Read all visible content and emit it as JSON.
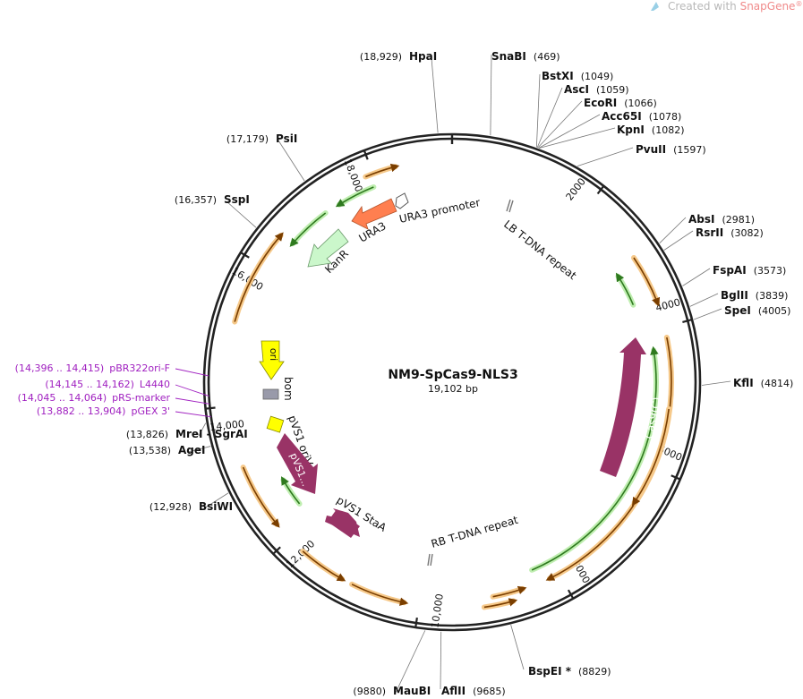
{
  "watermark": {
    "prefix": "Created with ",
    "brand": "SnapGene",
    "reg": "®",
    "brand_color": "#f08a8a"
  },
  "plasmid": {
    "name": "NM9-SpCas9-NLS3",
    "size_label": "19,102 bp",
    "length": 19102
  },
  "sites": [
    {
      "name": "HpaI",
      "pos": "(18,929)",
      "bp": 18929,
      "side": "left"
    },
    {
      "name": "SnaBI",
      "pos": "(469)",
      "bp": 469,
      "side": "right"
    },
    {
      "name": "BstXI",
      "pos": "(1049)",
      "bp": 1049,
      "side": "right"
    },
    {
      "name": "AscI",
      "pos": "(1059)",
      "bp": 1059,
      "side": "right"
    },
    {
      "name": "EcoRI",
      "pos": "(1066)",
      "bp": 1066,
      "side": "right"
    },
    {
      "name": "Acc65I",
      "pos": "(1078)",
      "bp": 1078,
      "side": "right"
    },
    {
      "name": "KpnI",
      "pos": "(1082)",
      "bp": 1082,
      "side": "right"
    },
    {
      "name": "PvuII",
      "pos": "(1597)",
      "bp": 1597,
      "side": "right"
    },
    {
      "name": "AbsI",
      "pos": "(2981)",
      "bp": 2981,
      "side": "right"
    },
    {
      "name": "RsrII",
      "pos": "(3082)",
      "bp": 3082,
      "side": "right"
    },
    {
      "name": "FspAI",
      "pos": "(3573)",
      "bp": 3573,
      "side": "right"
    },
    {
      "name": "BglII",
      "pos": "(3839)",
      "bp": 3839,
      "side": "right"
    },
    {
      "name": "SpeI",
      "pos": "(4005)",
      "bp": 4005,
      "side": "right"
    },
    {
      "name": "KflI",
      "pos": "(4814)",
      "bp": 4814,
      "side": "right"
    },
    {
      "name": "BspEI *",
      "pos": "(8829)",
      "bp": 8829,
      "side": "right",
      "gray": true
    },
    {
      "name": "AflII",
      "pos": "(9685)",
      "bp": 9685,
      "side": "right"
    },
    {
      "name": "MauBI",
      "pos": "(9880)",
      "bp": 9880,
      "side": "left"
    },
    {
      "name": "BsiWI",
      "pos": "(12,928)",
      "bp": 12928,
      "side": "left"
    },
    {
      "name": "AgeI",
      "pos": "(13,538)",
      "bp": 13538,
      "side": "left"
    },
    {
      "name": "MreI - SgrAI",
      "pos": "(13,826)",
      "bp": 13826,
      "side": "left"
    },
    {
      "name": "SspI",
      "pos": "(16,357)",
      "bp": 16357,
      "side": "left"
    },
    {
      "name": "PsiI",
      "pos": "(17,179)",
      "bp": 17179,
      "side": "left"
    }
  ],
  "primers": [
    {
      "name": "pBR322ori-F",
      "pos": "(14,396 .. 14,415)",
      "bp": 14405
    },
    {
      "name": "L4440",
      "pos": "(14,145 .. 14,162)",
      "bp": 14153
    },
    {
      "name": "pRS-marker",
      "pos": "(14,045 .. 14,064)",
      "bp": 14055
    },
    {
      "name": "pGEX 3'",
      "pos": "(13,882 .. 13,904)",
      "bp": 13893
    }
  ],
  "ticks": [
    {
      "label": "2000",
      "bp": 2000
    },
    {
      "label": "4000",
      "bp": 4000
    },
    {
      "label": "6000",
      "bp": 6000
    },
    {
      "label": "8000",
      "bp": 8000
    },
    {
      "label": "10,000",
      "bp": 10000
    },
    {
      "label": "12,000",
      "bp": 12000
    },
    {
      "label": "14,000",
      "bp": 14000
    },
    {
      "label": "16,000",
      "bp": 16000
    },
    {
      "label": "18,000",
      "bp": 18000
    }
  ],
  "features": [
    {
      "name": "URA3 promoter",
      "kind": "promoter",
      "color": "#ffffff"
    },
    {
      "name": "URA3",
      "kind": "cds",
      "color": "#ff7f50"
    },
    {
      "name": "KanR",
      "kind": "cds",
      "color": "#cbf7cb"
    },
    {
      "name": "LB T-DNA repeat",
      "kind": "repeat",
      "color": "#999999"
    },
    {
      "name": "RB T-DNA repeat",
      "kind": "repeat",
      "color": "#999999"
    },
    {
      "name": "Cas9(C)",
      "kind": "cds",
      "color": "#993366"
    },
    {
      "name": "ori",
      "kind": "origin",
      "color": "#ffff00"
    },
    {
      "name": "bom",
      "kind": "misc",
      "color": "#999aaa"
    },
    {
      "name": "pVS1 oriV",
      "kind": "origin",
      "color": "#ffff00"
    },
    {
      "name": "pVS1...",
      "kind": "cds",
      "color": "#993366"
    },
    {
      "name": "pVS1 StaA",
      "kind": "cds",
      "color": "#993366"
    }
  ],
  "colors": {
    "backbone": "#222222",
    "orf_orange": "#f6b26b",
    "orf_green": "#8fd67f",
    "site_text": "#111111",
    "primer": "#a020c0"
  }
}
